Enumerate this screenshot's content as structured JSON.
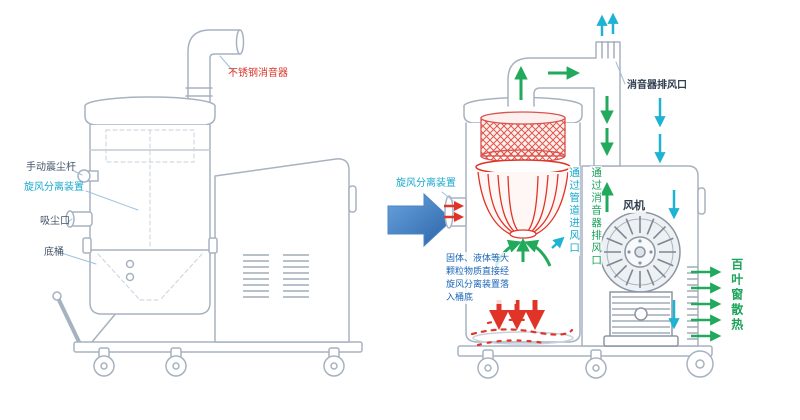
{
  "colors": {
    "outline": "#a7b2c0",
    "red": "#e03428",
    "cyan": "#1fb3d3",
    "green": "#21a95c",
    "blue_arrow": "#2f6db6",
    "note_blue": "#1a66b8"
  },
  "left_machine": {
    "labels": {
      "muffler": "不锈钢消音器",
      "shake_rod": "手动震尘杆",
      "cyclone_separator": "旋风分离装置",
      "suction_inlet": "吸尘口",
      "bottom_barrel": "底桶"
    }
  },
  "right_machine": {
    "labels": {
      "cyclone_separator": "旋风分离装置",
      "muffler_outlet": "消音器排风口",
      "intake_flow": "通过管道进风口",
      "exhaust_flow": "通过消音器排风口",
      "fan": "风机",
      "particle_note": "固体、液体等大颗粒物质直接经旋风分离装置落入桶底",
      "louver_cooling": "百叶窗散热"
    }
  }
}
